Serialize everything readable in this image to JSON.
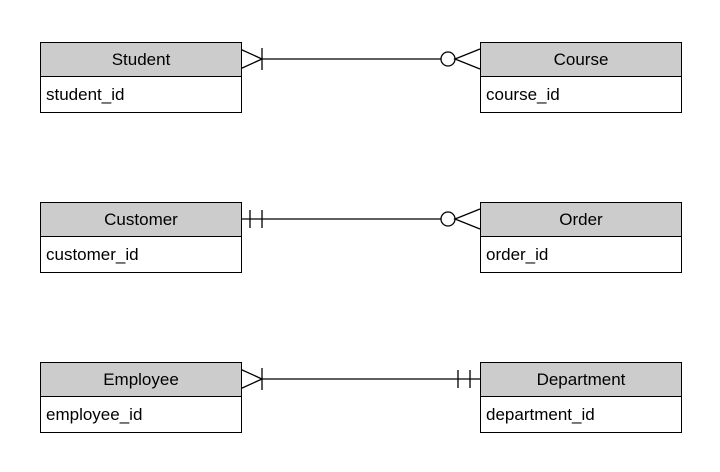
{
  "diagram": {
    "type": "entity-relationship",
    "background_color": "#ffffff",
    "entity_header_fill": "#cccccc",
    "entity_border_color": "#000000",
    "text_color": "#000000",
    "entities": [
      {
        "name": "Student",
        "attributes": [
          "student_id"
        ]
      },
      {
        "name": "Course",
        "attributes": [
          "course_id"
        ]
      },
      {
        "name": "Customer",
        "attributes": [
          "customer_id"
        ]
      },
      {
        "name": "Order",
        "attributes": [
          "order_id"
        ]
      },
      {
        "name": "Employee",
        "attributes": [
          "employee_id"
        ]
      },
      {
        "name": "Department",
        "attributes": [
          "department_id"
        ]
      }
    ],
    "relationships": [
      {
        "from": "Student",
        "to": "Course",
        "from_cardinality": "one-or-many",
        "to_cardinality": "zero-or-many"
      },
      {
        "from": "Customer",
        "to": "Order",
        "from_cardinality": "exactly-one",
        "to_cardinality": "zero-or-many"
      },
      {
        "from": "Employee",
        "to": "Department",
        "from_cardinality": "one-or-many",
        "to_cardinality": "exactly-one"
      }
    ]
  }
}
